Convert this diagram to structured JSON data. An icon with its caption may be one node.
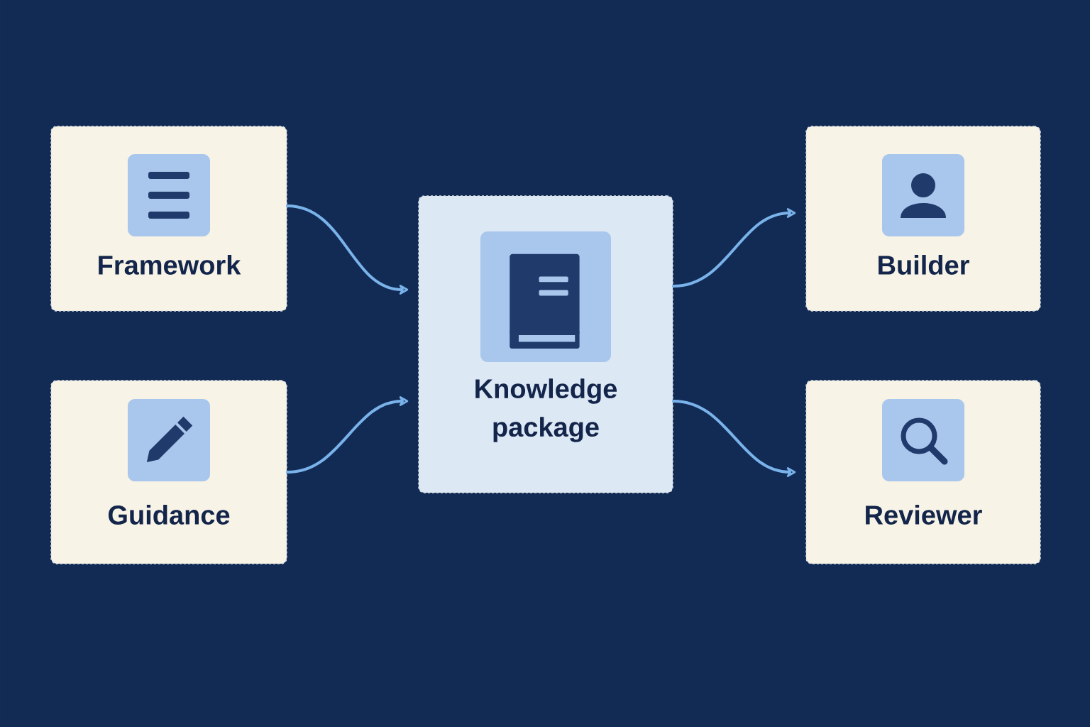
{
  "diagram": {
    "nodes": [
      {
        "text": [
          "Framework"
        ]
      },
      {
        "text": [
          "Guidance"
        ]
      },
      {
        "text": [
          "Knowledge package"
        ]
      },
      {
        "text": [
          "Builder"
        ]
      },
      {
        "text": [
          "Reviewer"
        ]
      }
    ],
    "edges": [
      {
        "from": 0,
        "to": 2,
        "arrow": "to"
      },
      {
        "from": 1,
        "to": 2,
        "arrow": "to"
      },
      {
        "from": 2,
        "to": 3,
        "arrow": "to"
      },
      {
        "from": 2,
        "to": 4,
        "arrow": "to"
      }
    ]
  }
}
